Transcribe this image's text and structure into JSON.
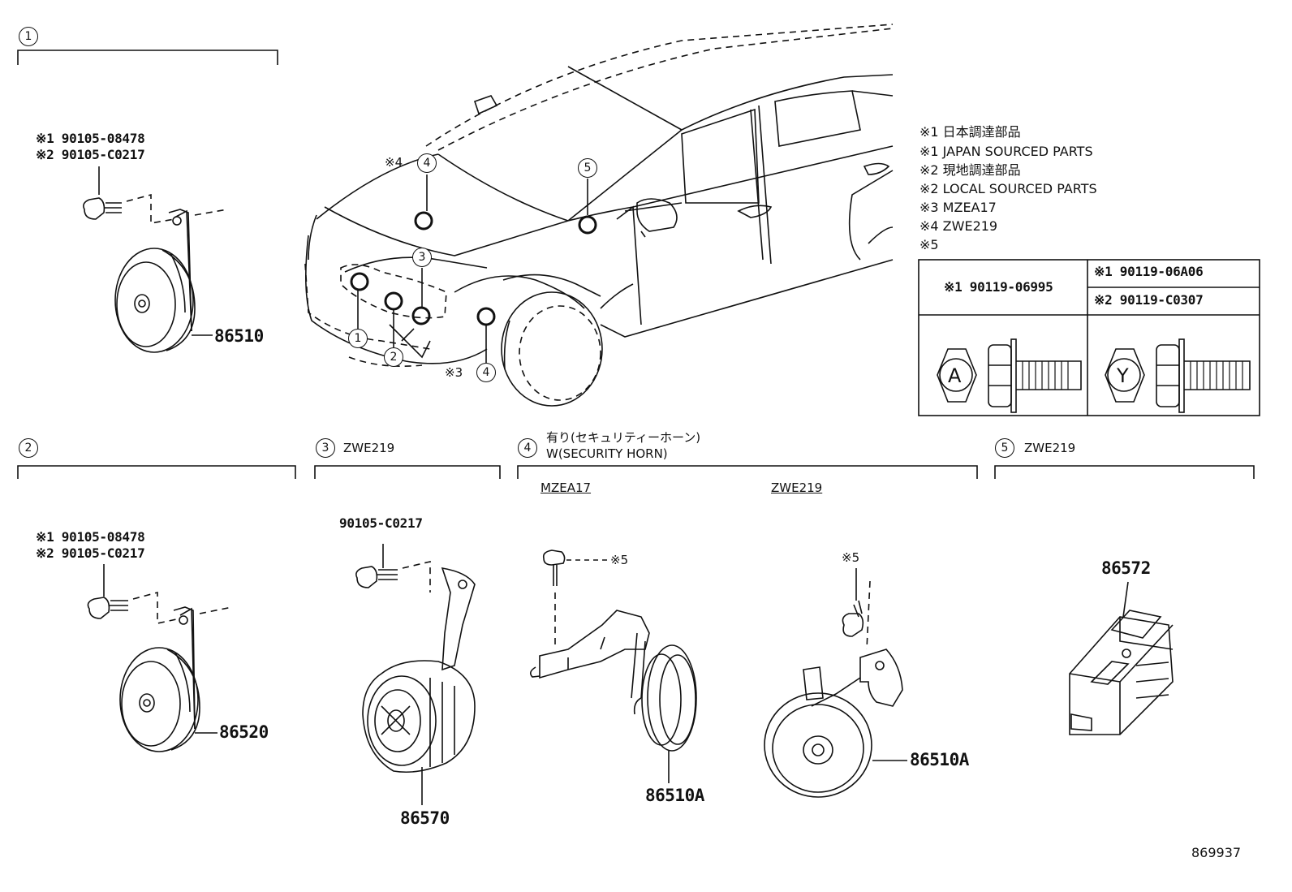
{
  "groups": [
    {
      "num": "1",
      "label": ""
    },
    {
      "num": "2",
      "label": ""
    },
    {
      "num": "3",
      "label": "ZWE219"
    },
    {
      "num": "4",
      "label_line1": "有り(セキュリティーホーン)",
      "label_line2": "W(SECURITY HORN)"
    },
    {
      "num": "5",
      "label": "ZWE219"
    }
  ],
  "notes": [
    "※1 日本調達部品",
    "※1 JAPAN SOURCED PARTS",
    "※2 現地調達部品",
    "※2 LOCAL SOURCED PARTS",
    "※3 MZEA17",
    "※4 ZWE219",
    "※5"
  ],
  "bolt_table": {
    "left_part": "※1 90119-06995",
    "right_part_1": "※1 90119-06A06",
    "right_part_2": "※2 90119-C0307",
    "left_symbol": "A",
    "right_symbol": "Y"
  },
  "car_callouts": {
    "c4_top": "4",
    "c4_top_note": "※4",
    "c5": "5",
    "c3": "3",
    "c1": "1",
    "c2": "2",
    "c4_bottom": "4",
    "c4_bottom_note": "※3"
  },
  "group1": {
    "bolt_1": "※1 90105-08478",
    "bolt_2": "※2 90105-C0217",
    "part": "86510"
  },
  "group2": {
    "bolt_1": "※1 90105-08478",
    "bolt_2": "※2 90105-C0217",
    "part": "86520"
  },
  "group3": {
    "bolt": "90105-C0217",
    "part": "86570"
  },
  "group4": {
    "sub_left": "MZEA17",
    "sub_right": "ZWE219",
    "note_left": "※5",
    "note_right": "※5",
    "part_left": "86510A",
    "part_right": "86510A"
  },
  "group5": {
    "part": "86572"
  },
  "figure_id": "869937"
}
